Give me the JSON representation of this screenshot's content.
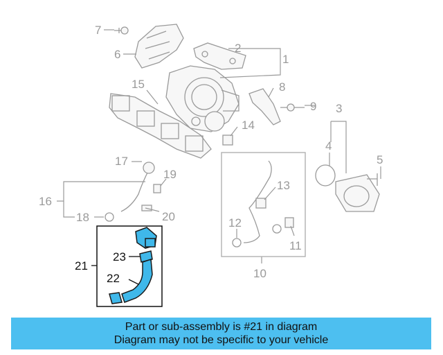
{
  "callouts": {
    "c1": "1",
    "c2": "2",
    "c3": "3",
    "c4": "4",
    "c5": "5",
    "c6": "6",
    "c7": "7",
    "c8": "8",
    "c9": "9",
    "c10": "10",
    "c11": "11",
    "c12": "12",
    "c13": "13",
    "c14": "14",
    "c15": "15",
    "c16": "16",
    "c17": "17",
    "c18": "18",
    "c19": "19",
    "c20": "20",
    "c21": "21",
    "c22": "22",
    "c23": "23"
  },
  "highlight_color": "#3fb8ea",
  "banner": {
    "line1": "Part or sub-assembly is #21 in diagram",
    "line2": "Diagram may not be specific to your vehicle",
    "background": "#4dbff0"
  }
}
